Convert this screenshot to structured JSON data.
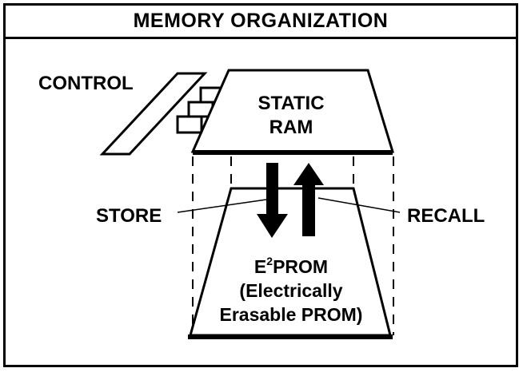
{
  "diagram": {
    "title": "MEMORY ORGANIZATION",
    "control_label": "CONTROL",
    "ram_label_line1": "STATIC",
    "ram_label_line2": "RAM",
    "store_label": "STORE",
    "recall_label": "RECALL",
    "eeprom_base": "E",
    "eeprom_sup": "2",
    "eeprom_suffix": "PROM",
    "eeprom_line2": "(Electrically",
    "eeprom_line3": "Erasable PROM)"
  }
}
